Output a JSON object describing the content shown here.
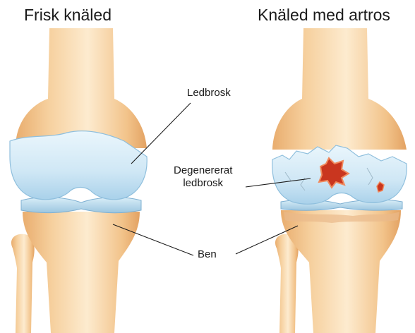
{
  "titles": {
    "healthy": "Frisk knäled",
    "arthritic": "Knäled med artros"
  },
  "labels": {
    "cartilage": "Ledbrosk",
    "degenerated_line1": "Degenererat",
    "degenerated_line2": "ledbrosk",
    "bone": "Ben"
  },
  "colors": {
    "bone_light": "#fbe6c4",
    "bone_mid": "#f3c690",
    "bone_dark": "#e6a96a",
    "cartilage": "#cfe7f5",
    "cartilage_edge": "#8fbfdd",
    "lesion": "#c9361f",
    "lesion_edge": "#f08a5d",
    "text": "#1a1a1a"
  }
}
